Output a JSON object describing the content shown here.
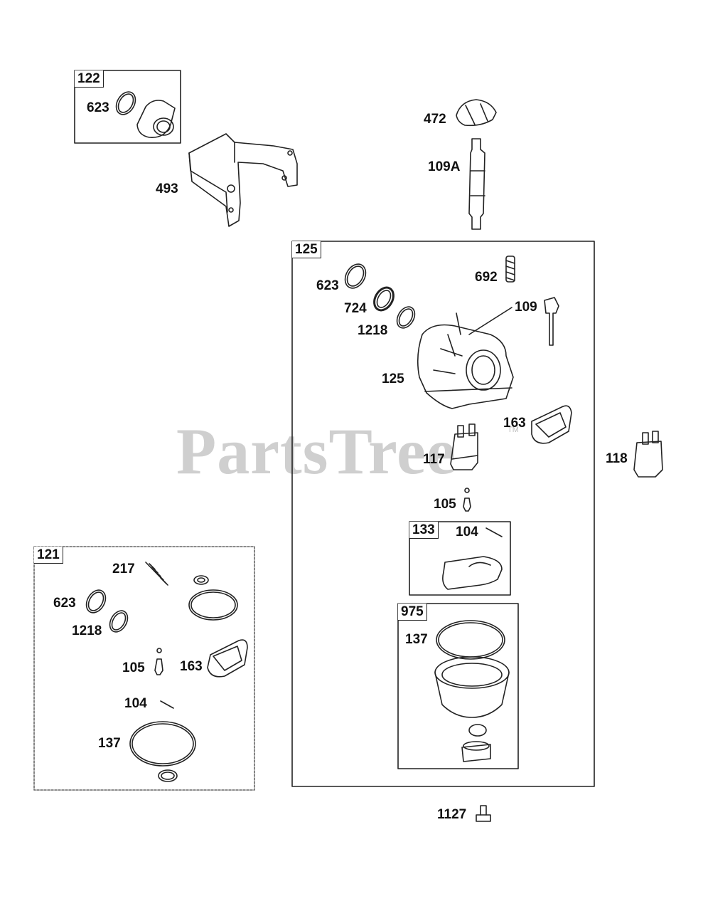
{
  "watermark": {
    "text": "PartsTree",
    "trademark": "TM"
  },
  "boxes": {
    "b122": "122",
    "b125": "125",
    "b121": "121",
    "b133": "133",
    "b975": "975"
  },
  "labels": {
    "l623a": "623",
    "l493": "493",
    "l472": "472",
    "l109A": "109A",
    "l623b": "623",
    "l724": "724",
    "l1218a": "1218",
    "l692": "692",
    "l109": "109",
    "l125": "125",
    "l163a": "163",
    "l117": "117",
    "l118": "118",
    "l105a": "105",
    "l104a": "104",
    "l137a": "137",
    "l1127": "1127",
    "l217": "217",
    "l623c": "623",
    "l1218b": "1218",
    "l105b": "105",
    "l163b": "163",
    "l104b": "104",
    "l137b": "137"
  }
}
